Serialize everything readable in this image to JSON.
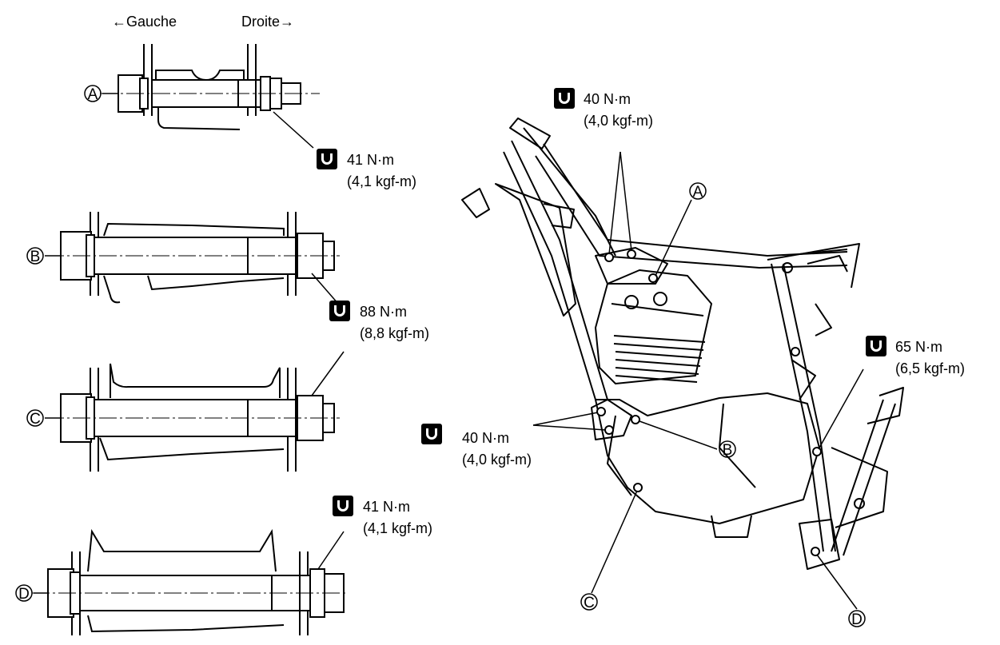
{
  "directions": {
    "left": "←Gauche",
    "right": "Droite→"
  },
  "detail_labels": {
    "a": "A",
    "b": "B",
    "c": "C",
    "d": "D"
  },
  "frame_labels": {
    "a": "A",
    "b": "B",
    "c": "C",
    "d": "D"
  },
  "torques": {
    "detail_a": {
      "value": "41 N·m",
      "alt": "(4,1 kgf-m)"
    },
    "detail_bc": {
      "value": "88 N·m",
      "alt": "(8,8 kgf-m)"
    },
    "detail_d": {
      "value": "41 N·m",
      "alt": "(4,1 kgf-m)"
    },
    "frame_top": {
      "value": "40 N·m",
      "alt": "(4,0 kgf-m)"
    },
    "frame_front": {
      "value": "40 N·m",
      "alt": "(4,0 kgf-m)"
    },
    "frame_rear": {
      "value": "65 N·m",
      "alt": "(6,5 kgf-m)"
    }
  },
  "icons": {
    "torque": "torque-wrench-icon"
  },
  "colors": {
    "ink": "#000000",
    "paper": "#ffffff"
  }
}
